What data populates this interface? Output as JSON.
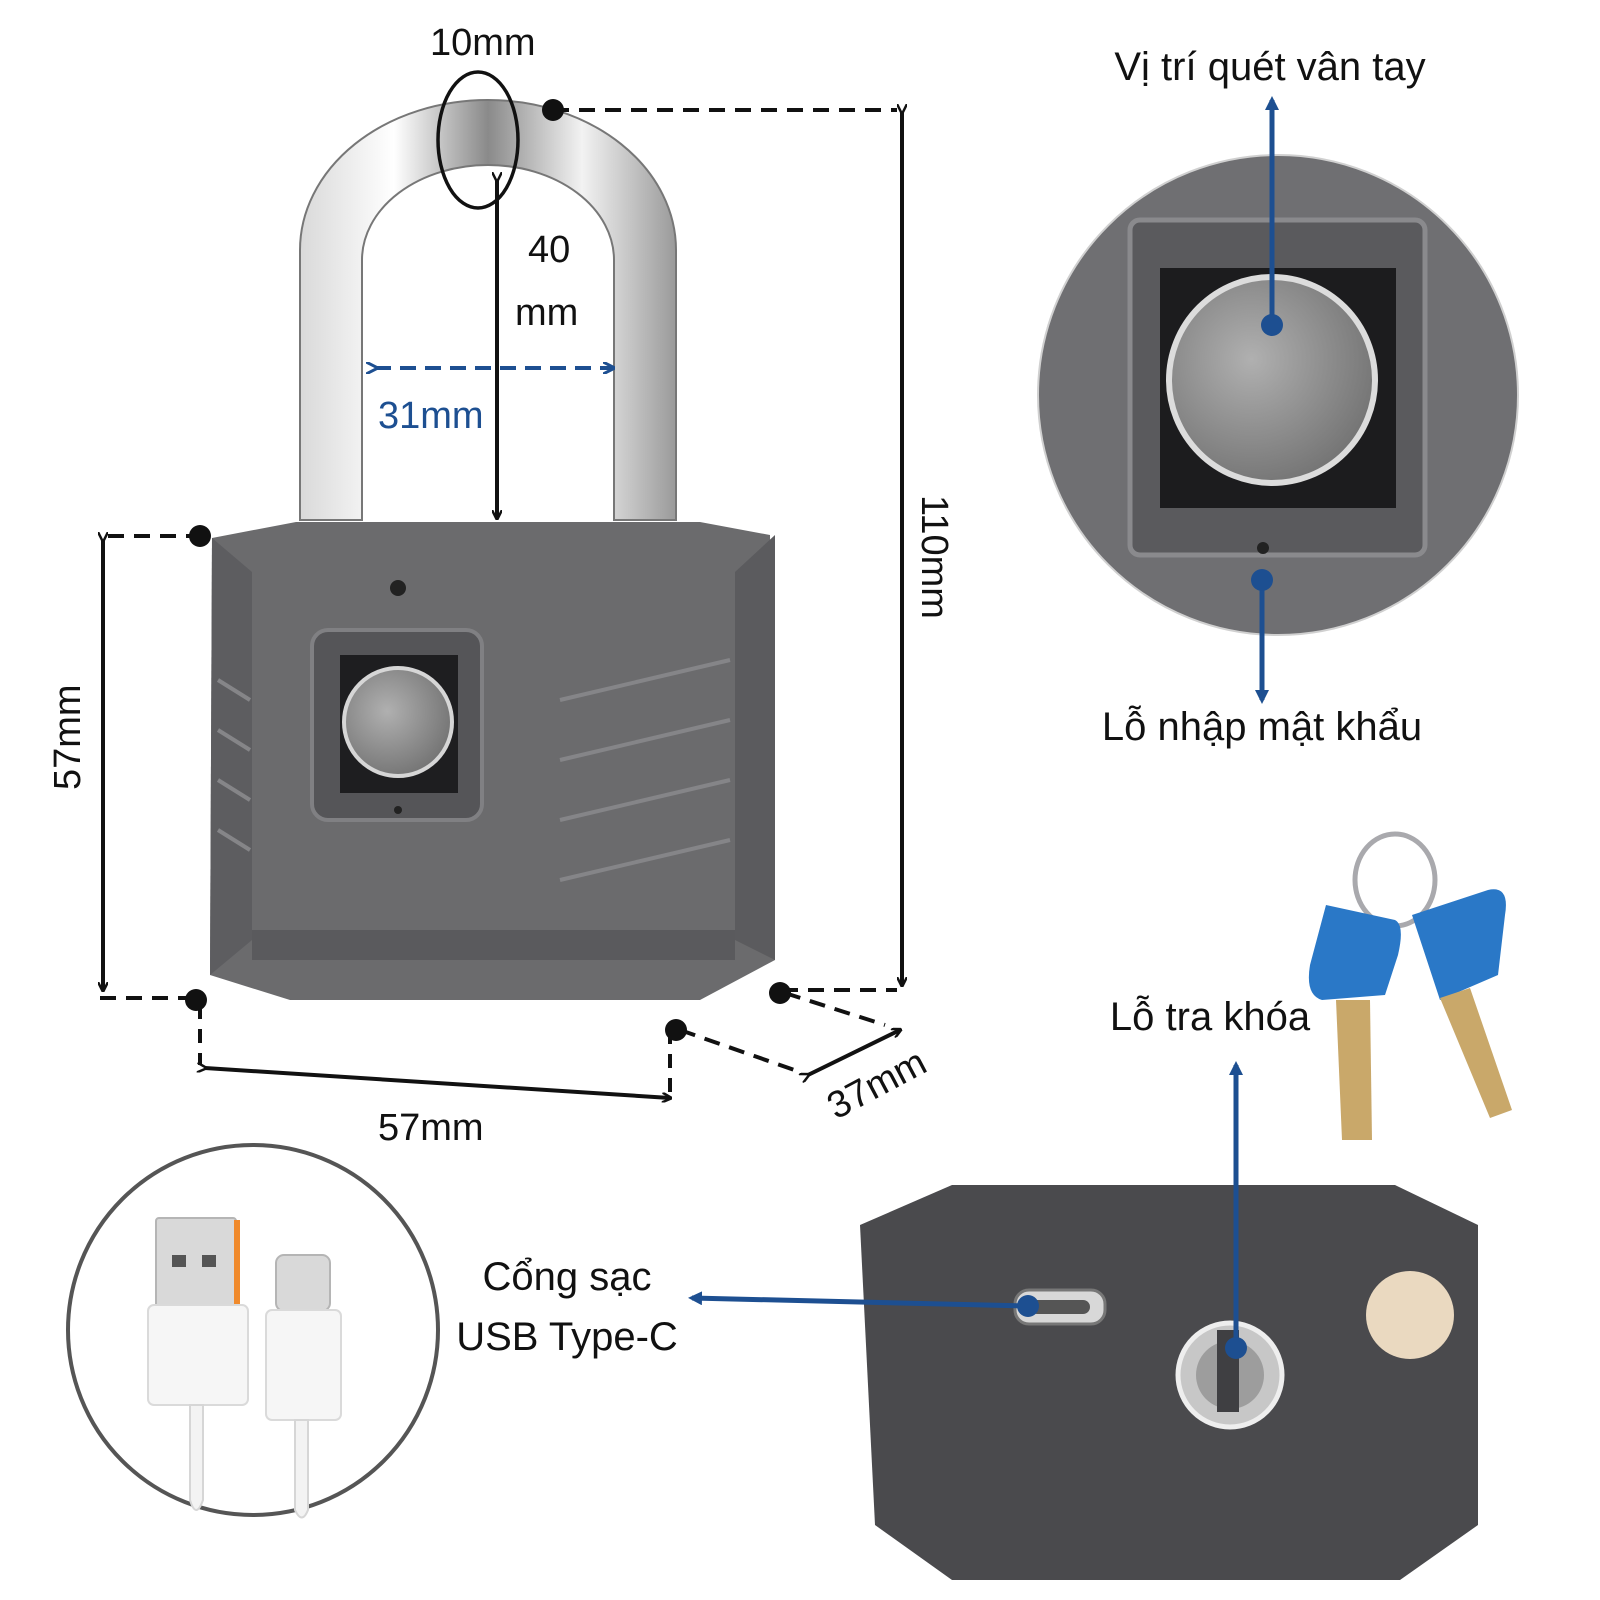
{
  "dimensions": {
    "shackle_diameter": "10mm",
    "shackle_height_value": "40",
    "shackle_height_unit": "mm",
    "shackle_inner_width": "31mm",
    "total_height": "110mm",
    "body_height": "57mm",
    "body_width": "57mm",
    "body_depth": "37mm"
  },
  "callouts": {
    "fingerprint_position": "Vị trí quét vân tay",
    "password_hole": "Lỗ nhập mật khẩu",
    "key_hole": "Lỗ tra khóa",
    "charging_port_line1": "Cổng sạc",
    "charging_port_line2": "USB Type-C"
  },
  "colors": {
    "lock_body": "#6b6b6d",
    "lock_body_dark": "#4f4f52",
    "blue_arrow": "#1d4f91",
    "key_blue": "#2a78c7",
    "black_line": "#111111"
  }
}
